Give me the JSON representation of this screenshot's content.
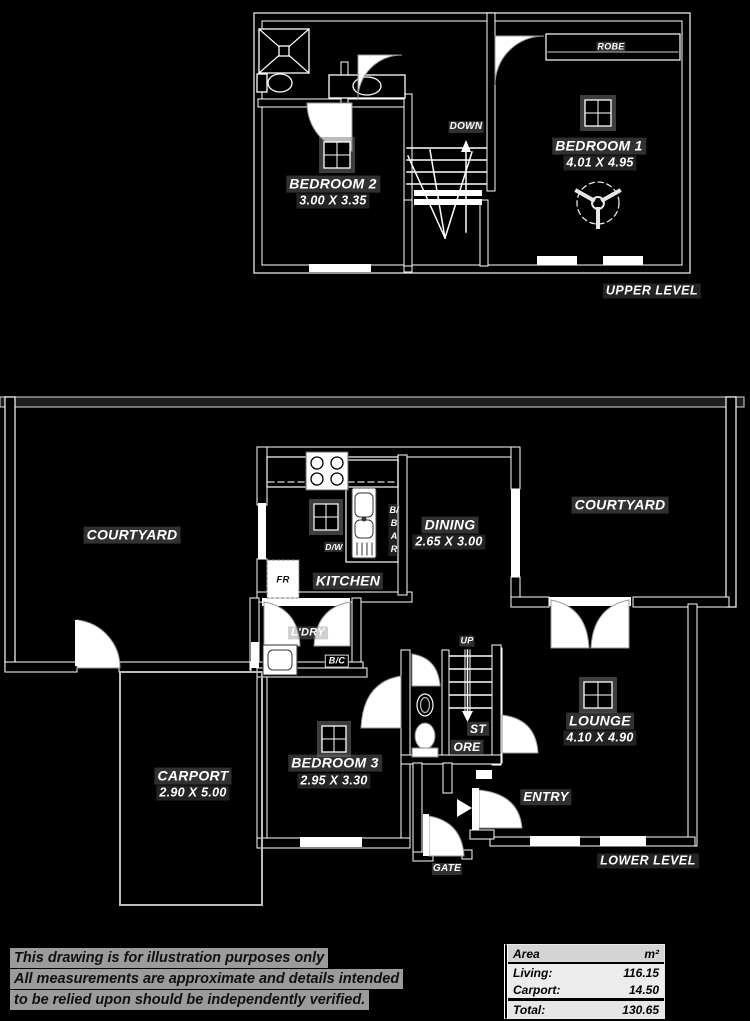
{
  "colors": {
    "background": "#000000",
    "line": "#ffffff",
    "label_halo": "#808080",
    "table_bg": "#ececec",
    "disclaimer_bg": "#9b9b9b"
  },
  "upper_level": {
    "level_label": "UPPER LEVEL",
    "robe_label": "ROBE",
    "stairs_label": "DOWN",
    "bedroom1": {
      "name": "BEDROOM 1",
      "dims": "4.01 X 4.95"
    },
    "bedroom2": {
      "name": "BEDROOM 2",
      "dims": "3.00 X 3.35"
    }
  },
  "lower_level": {
    "level_label": "LOWER LEVEL",
    "courtyard_left": "COURTYARD",
    "courtyard_right": "COURTYARD",
    "kitchen": "KITCHEN",
    "dining": {
      "name": "DINING",
      "dims": "2.65 X 3.00"
    },
    "bedroom3": {
      "name": "BEDROOM 3",
      "dims": "2.95 X 3.30"
    },
    "carport": {
      "name": "CARPORT",
      "dims": "2.90 X 5.00"
    },
    "lounge": {
      "name": "LOUNGE",
      "dims": "4.10 X 4.90"
    },
    "laundry": "L'DRY",
    "built_in_cupboard": "B/C",
    "fridge": "FR",
    "dishwasher": "D/W",
    "breakfast_bar": [
      "B/",
      "B",
      "A",
      "R"
    ],
    "stairs_label": "UP",
    "store": [
      "ST",
      "ORE"
    ],
    "entry": "ENTRY",
    "gate": "GATE"
  },
  "disclaimer": {
    "lines": [
      "This drawing is for illustration purposes only",
      "All measurements are approximate and details intended",
      "to be relied upon should be independently verified."
    ]
  },
  "area_table": {
    "header": {
      "label": "Area",
      "unit": "m²"
    },
    "rows": [
      {
        "label": "Living:",
        "value": "116.15"
      },
      {
        "label": "Carport:",
        "value": "14.50"
      }
    ],
    "total": {
      "label": "Total:",
      "value": "130.65"
    }
  }
}
